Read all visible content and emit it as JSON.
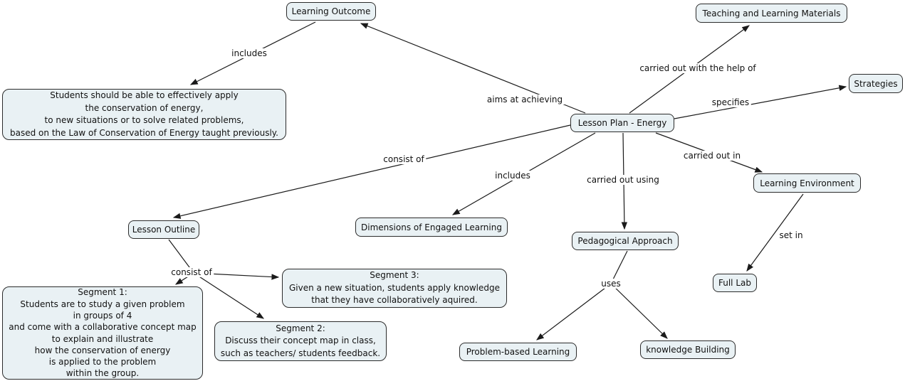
{
  "nodes": {
    "learning_outcome": {
      "label": "Learning Outcome"
    },
    "teaching_learning_materials": {
      "label": "Teaching and Learning Materials"
    },
    "strategies": {
      "label": "Strategies"
    },
    "lesson_plan_energy": {
      "label": "Lesson Plan - Energy"
    },
    "learning_environment": {
      "label": "Learning Environment"
    },
    "full_lab": {
      "label": "Full Lab"
    },
    "lesson_outline": {
      "label": "Lesson Outline"
    },
    "dimensions_engaged_learning": {
      "label": "Dimensions of Engaged Learning"
    },
    "pedagogical_approach": {
      "label": "Pedagogical Approach"
    },
    "problem_based_learning": {
      "label": "Problem-based Learning"
    },
    "knowledge_building": {
      "label": "knowledge Building"
    }
  },
  "text_boxes": {
    "learning_outcome_detail": {
      "lines": [
        "Students should be able to effectively apply",
        "the conservation of energy,",
        "to new situations or to solve related problems,",
        "based on the Law of Conservation of Energy taught previously."
      ]
    },
    "segment_1": {
      "lines": [
        "Segment 1:",
        "Students are to study a given problem",
        "in groups of 4",
        "and come with a collaborative concept map",
        "to explain and illustrate",
        "how the conservation of energy",
        "is applied to the problem",
        "within the group."
      ]
    },
    "segment_2": {
      "lines": [
        "Segment 2:",
        "Discuss their concept map in class,",
        "such as teachers/ students feedback."
      ]
    },
    "segment_3": {
      "lines": [
        "Segment 3:",
        "Given a new situation, students apply knowledge",
        "that they have collaboratively aquired."
      ]
    }
  },
  "edge_labels": {
    "includes_outcome": "includes",
    "aims_at_achieving": "aims at achieving",
    "carried_out_with_help": "carried out with the help of",
    "specifies": "specifies",
    "carried_out_in": "carried out in",
    "consist_of_outline": "consist of",
    "includes_dimensions": "includes",
    "carried_out_using": "carried out using",
    "set_in": "set in",
    "consist_of_segments": "consist of",
    "uses": "uses"
  },
  "connections": [
    {
      "from": "Learning Outcome",
      "label": "includes",
      "to": "Students should be able to effectively apply the conservation of energy, to new situations or to solve related problems, based on the Law of Conservation of Energy taught previously."
    },
    {
      "from": "Lesson Plan - Energy",
      "label": "aims at achieving",
      "to": "Learning Outcome"
    },
    {
      "from": "Lesson Plan - Energy",
      "label": "carried out with the help of",
      "to": "Teaching and Learning Materials"
    },
    {
      "from": "Lesson Plan - Energy",
      "label": "specifies",
      "to": "Strategies"
    },
    {
      "from": "Lesson Plan - Energy",
      "label": "carried out in",
      "to": "Learning Environment"
    },
    {
      "from": "Lesson Plan - Energy",
      "label": "consist of",
      "to": "Lesson Outline"
    },
    {
      "from": "Lesson Plan - Energy",
      "label": "includes",
      "to": "Dimensions of Engaged Learning"
    },
    {
      "from": "Lesson Plan - Energy",
      "label": "carried out using",
      "to": "Pedagogical Approach"
    },
    {
      "from": "Learning Environment",
      "label": "set in",
      "to": "Full Lab"
    },
    {
      "from": "Lesson Outline",
      "label": "consist of",
      "to": "Segment 1"
    },
    {
      "from": "Lesson Outline",
      "label": "consist of",
      "to": "Segment 2"
    },
    {
      "from": "Lesson Outline",
      "label": "consist of",
      "to": "Segment 3"
    },
    {
      "from": "Pedagogical Approach",
      "label": "uses",
      "to": "Problem-based Learning"
    },
    {
      "from": "Pedagogical Approach",
      "label": "uses",
      "to": "knowledge Building"
    }
  ],
  "colors": {
    "background": "#ffffff",
    "node_fill": "#e9f1f4",
    "node_border": "#2b2b2b",
    "line": "#1a1a1a",
    "text": "#111111"
  }
}
